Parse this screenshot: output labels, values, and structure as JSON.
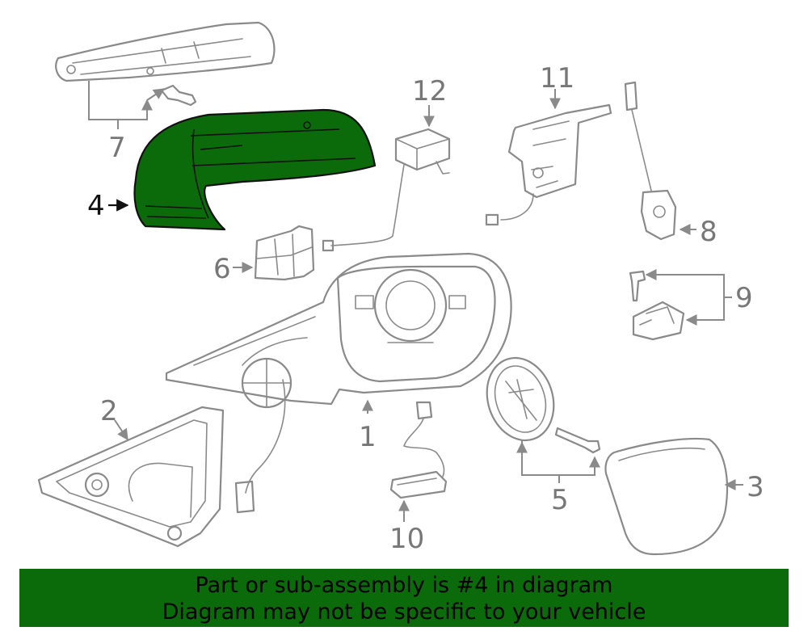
{
  "diagram": {
    "highlighted_part": "4",
    "highlight_color": "#0b6b0b",
    "callouts": [
      "1",
      "2",
      "3",
      "4",
      "5",
      "6",
      "7",
      "8",
      "9",
      "10",
      "11",
      "12"
    ]
  },
  "banner": {
    "line1": "Part or sub-assembly is #4 in diagram",
    "line2": "Diagram may not be specific to your vehicle",
    "background": "#0b6b0b"
  }
}
